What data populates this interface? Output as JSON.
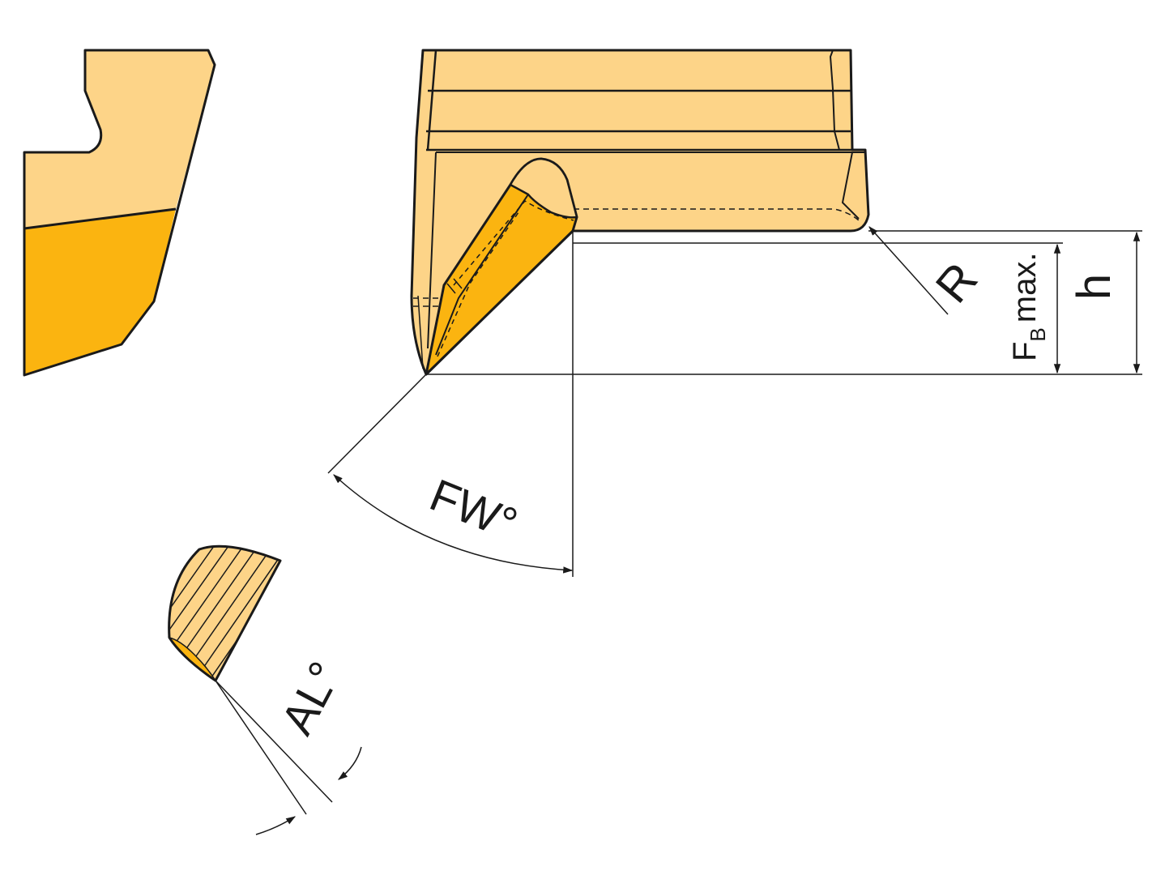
{
  "colors": {
    "light": "#FDD488",
    "dark": "#FBB410",
    "stroke": "#1a1a1a",
    "background": "#FFFFFF"
  },
  "labels": {
    "fw": "FW°",
    "r": "R",
    "fb_main": "F",
    "fb_sub": "B",
    "fb_suffix": "max.",
    "h": "h",
    "al": "AL°"
  }
}
